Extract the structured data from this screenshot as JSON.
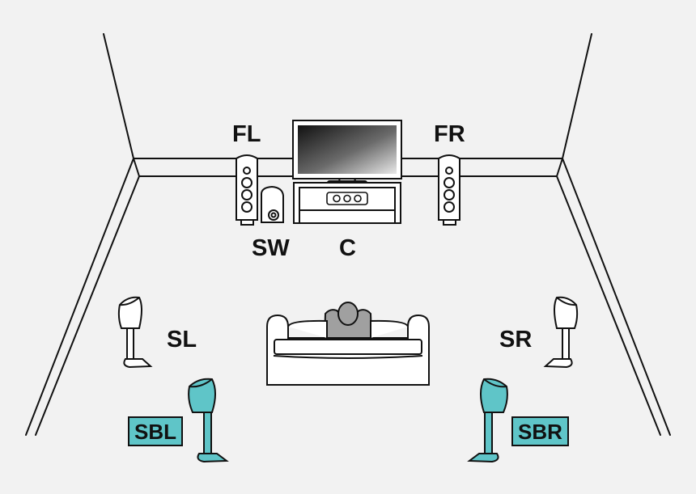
{
  "colors": {
    "background": "#f2f2f2",
    "outline": "#111111",
    "fill": "#ffffff",
    "listener": "#a0a0a0",
    "back_speaker": "#5fc5c8"
  },
  "labels": {
    "fl": "FL",
    "fr": "FR",
    "sw": "SW",
    "c": "C",
    "sl": "SL",
    "sr": "SR",
    "sbl": "SBL",
    "sbr": "SBR"
  }
}
